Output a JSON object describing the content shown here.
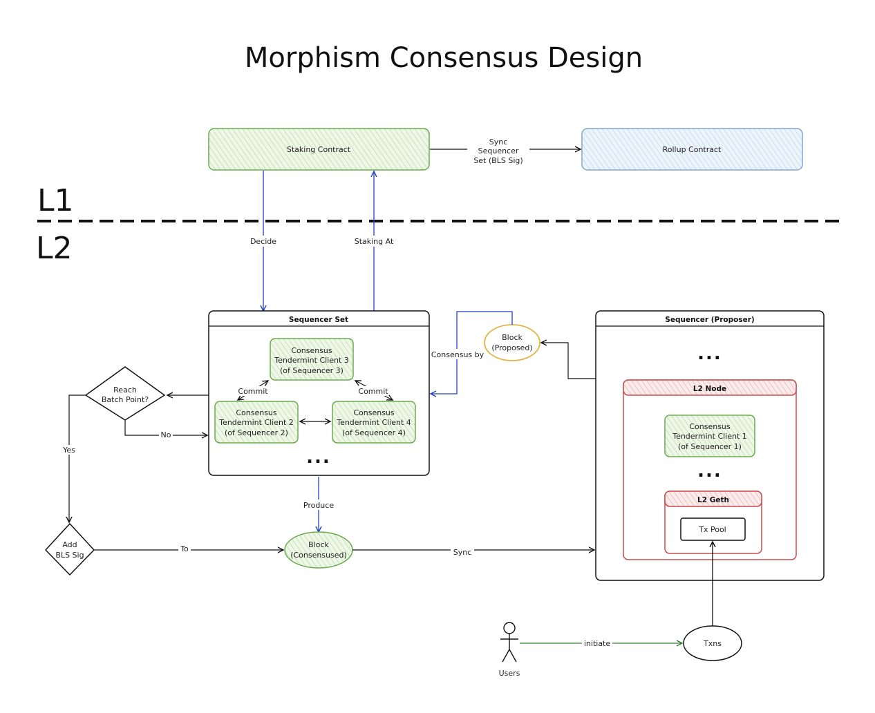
{
  "title": "Morphism Consensus Design",
  "layers": {
    "l1": "L1",
    "l2": "L2"
  },
  "colors": {
    "green": "#6aaa4f",
    "green_fill": "#e3f2d8",
    "blue": "#7ea6d8",
    "blue_fill": "#e4eef8",
    "red": "#c94b4b",
    "red_fill": "#f6dada",
    "yellow": "#e0b64a",
    "arrow_blue": "#1f3fbf",
    "arrow_green": "#2f7d2a"
  },
  "l1": {
    "staking_contract": "Staking Contract",
    "rollup_contract": "Rollup Contract",
    "sync_label": [
      "Sync",
      "Sequencer",
      "Set (BLS Sig)"
    ]
  },
  "edges": {
    "decide": "Decide",
    "staking_at": "Staking At",
    "consensus_by": "Consensus by",
    "commit_left": "Commit",
    "commit_right": "Commit",
    "no": "No",
    "yes": "Yes",
    "produce": "Produce",
    "to": "To",
    "sync": "Sync",
    "initiate": "initiate"
  },
  "sequencer_set": {
    "title": "Sequencer Set",
    "client3": [
      "Consensus",
      "Tendermint Client 3",
      "(of Sequencer 3)"
    ],
    "client2": [
      "Consensus",
      "Tendermint Client 2",
      "(of Sequencer 2)"
    ],
    "client4": [
      "Consensus",
      "Tendermint Client 4",
      "(of Sequencer 4)"
    ],
    "more": "..."
  },
  "decision_batch": [
    "Reach",
    "Batch Point?"
  ],
  "decision_bls": [
    "Add",
    "BLS Sig"
  ],
  "block_proposed": [
    "Block",
    "(Proposed)"
  ],
  "block_consensused": [
    "Block",
    "(Consensused)"
  ],
  "proposer": {
    "title": "Sequencer (Proposer)",
    "more_top": "...",
    "l2_node": {
      "title": "L2 Node",
      "client1": [
        "Consensus",
        "Tendermint Client 1",
        "(of Sequencer 1)"
      ],
      "more": "...",
      "l2_geth": {
        "title": "L2 Geth",
        "tx_pool": "Tx Pool"
      }
    }
  },
  "txns": "Txns",
  "users": "Users"
}
